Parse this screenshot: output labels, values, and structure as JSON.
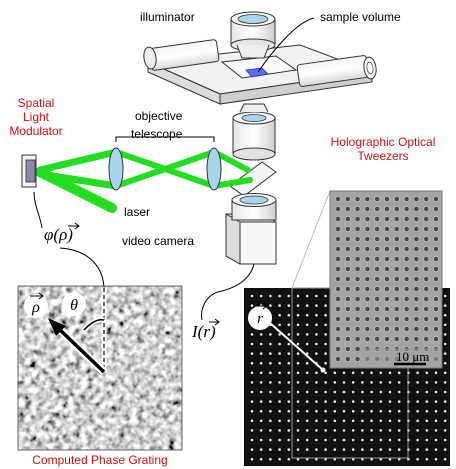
{
  "labels": {
    "illuminator": "illuminator",
    "sample_volume": "sample volume",
    "objective": "objective",
    "telescope": "telescope",
    "slm_line1": "Spatial",
    "slm_line2": "Light",
    "slm_line3": "Modulator",
    "hot_line1": "Holographic Optical",
    "hot_line2": "Tweezers",
    "laser": "laser",
    "video_camera": "video camera",
    "phase_func": "φ(ρ)",
    "intensity_func": "I(r)",
    "rho_symbol": "ρ",
    "theta_symbol": "θ",
    "r_symbol": "r",
    "scale_bar": "10 μm",
    "phase_grating": "Computed Phase Grating"
  },
  "colors": {
    "accent_red": "#cc1111",
    "laser_green": "#22dd22",
    "lens_blue": "#a8d4ec"
  }
}
